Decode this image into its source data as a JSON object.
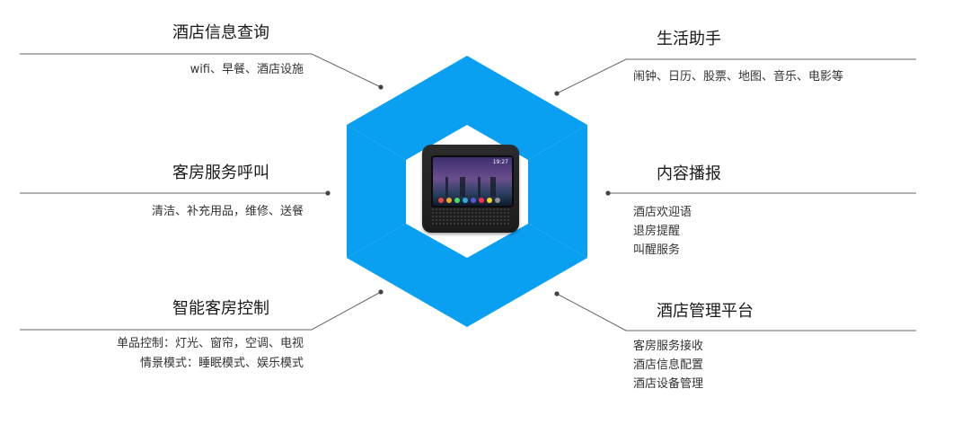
{
  "features": {
    "hotel_info": {
      "title": "酒店信息查询",
      "desc": "wifi、早餐、酒店设施"
    },
    "room_service": {
      "title": "客房服务呼叫",
      "desc": "清洁、补充用品，维修、送餐"
    },
    "smart_room": {
      "title": "智能客房控制",
      "desc_lines": [
        "单品控制：灯光、窗帘，空调、电视",
        "情景模式：睡眠模式、娱乐模式"
      ]
    },
    "life_assistant": {
      "title": "生活助手",
      "desc": "闹钟、日历、股票、地图、音乐、电影等"
    },
    "content_broadcast": {
      "title": "内容播报",
      "items": [
        "酒店欢迎语",
        "退房提醒",
        "叫醒服务"
      ]
    },
    "hotel_platform": {
      "title": "酒店管理平台",
      "items": [
        "客房服务接收",
        "酒店信息配置",
        "酒店设备管理"
      ]
    }
  },
  "device": {
    "clock": "19:27",
    "app_colors": [
      "#e64a3c",
      "#f5a623",
      "#4cd964",
      "#34aadc",
      "#5856d6",
      "#ff2d55",
      "#f5d723",
      "#8e8e93"
    ]
  },
  "colors": {
    "hexagon": "#0aa0f2",
    "line": "#666666",
    "dot": "#444444"
  }
}
